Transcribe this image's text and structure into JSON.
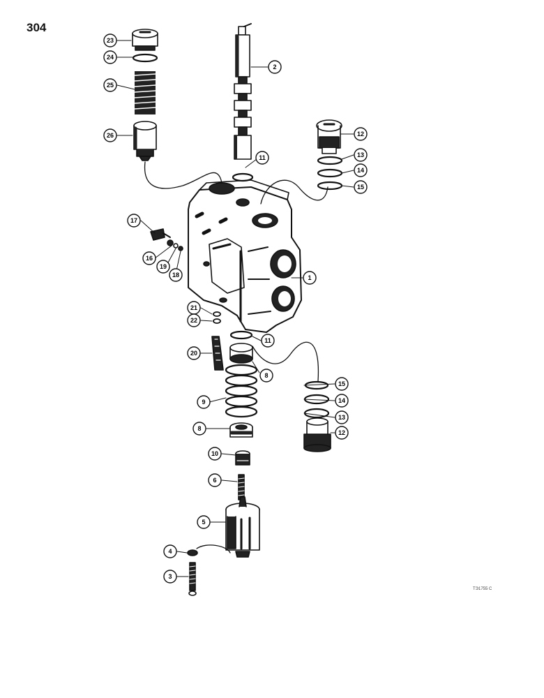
{
  "page_number": "304",
  "reference_code": "ТЭ1755 С",
  "callouts": [
    {
      "id": "c23",
      "label": "23"
    },
    {
      "id": "c24",
      "label": "24"
    },
    {
      "id": "c25",
      "label": "25"
    },
    {
      "id": "c26",
      "label": "26"
    },
    {
      "id": "c2",
      "label": "2"
    },
    {
      "id": "c11a",
      "label": "11"
    },
    {
      "id": "c12a",
      "label": "12"
    },
    {
      "id": "c13a",
      "label": "13"
    },
    {
      "id": "c14a",
      "label": "14"
    },
    {
      "id": "c15a",
      "label": "15"
    },
    {
      "id": "c17",
      "label": "17"
    },
    {
      "id": "c16",
      "label": "16"
    },
    {
      "id": "c19",
      "label": "19"
    },
    {
      "id": "c18",
      "label": "18"
    },
    {
      "id": "c1",
      "label": "1"
    },
    {
      "id": "c21",
      "label": "21"
    },
    {
      "id": "c22",
      "label": "22"
    },
    {
      "id": "c11b",
      "label": "11"
    },
    {
      "id": "c20",
      "label": "20"
    },
    {
      "id": "c8a",
      "label": "8"
    },
    {
      "id": "c9",
      "label": "9"
    },
    {
      "id": "c15b",
      "label": "15"
    },
    {
      "id": "c14b",
      "label": "14"
    },
    {
      "id": "c13b",
      "label": "13"
    },
    {
      "id": "c8b",
      "label": "8"
    },
    {
      "id": "c12b",
      "label": "12"
    },
    {
      "id": "c10",
      "label": "10"
    },
    {
      "id": "c6",
      "label": "6"
    },
    {
      "id": "c5",
      "label": "5"
    },
    {
      "id": "c4",
      "label": "4"
    },
    {
      "id": "c3",
      "label": "3"
    }
  ]
}
